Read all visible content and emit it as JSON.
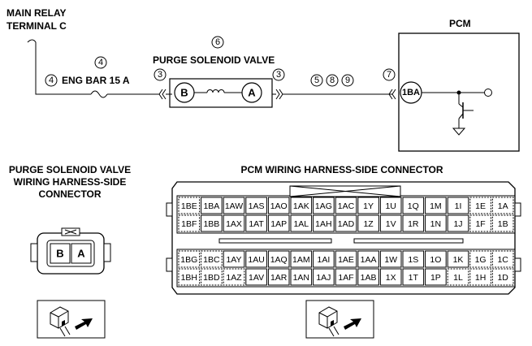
{
  "circuit": {
    "main_relay_line1": "MAIN RELAY",
    "main_relay_line2": "TERMINAL C",
    "pcm_label": "PCM",
    "purge_valve_label": "PURGE SOLENOID VALVE",
    "fuse_label": "ENG BAR 15 A",
    "valve_terminal_b": "B",
    "valve_terminal_a": "A",
    "pcm_terminal": "1BA",
    "step_refs": {
      "fuse_top": "4",
      "fuse_left": "4",
      "valve_left_conn": "3",
      "valve_top": "6",
      "valve_right_conn": "3",
      "wire_a": "5",
      "wire_b": "8",
      "wire_c": "9",
      "pcm_conn": "7"
    }
  },
  "purge_connector": {
    "title_line1": "PURGE SOLENOID VALVE",
    "title_line2": "WIRING HARNESS-SIDE",
    "title_line3": "CONNECTOR",
    "pin_left": "B",
    "pin_right": "A"
  },
  "pcm_connector": {
    "title": "PCM WIRING HARNESS-SIDE CONNECTOR",
    "upper_block": [
      [
        "1BE",
        "1BA",
        "1AW",
        "1AS",
        "1AO",
        "1AK",
        "1AG",
        "1AC",
        "1Y",
        "1U",
        "1Q",
        "1M",
        "1I",
        "1E",
        "1A"
      ],
      [
        "1BF",
        "1BB",
        "1AX",
        "1AT",
        "1AP",
        "1AL",
        "1AH",
        "1AD",
        "1Z",
        "1V",
        "1R",
        "1N",
        "1J",
        "1F",
        "1B"
      ]
    ],
    "lower_block": [
      [
        "1BG",
        "1BC",
        "1AY",
        "1AU",
        "1AQ",
        "1AM",
        "1AI",
        "1AE",
        "1AA",
        "1W",
        "1S",
        "1O",
        "1K",
        "1G",
        "1C"
      ],
      [
        "1BH",
        "1BD",
        "1AZ",
        "1AV",
        "1AR",
        "1AN",
        "1AJ",
        "1AF",
        "1AB",
        "1X",
        "1T",
        "1P",
        "1L",
        "1H",
        "1D"
      ]
    ]
  }
}
